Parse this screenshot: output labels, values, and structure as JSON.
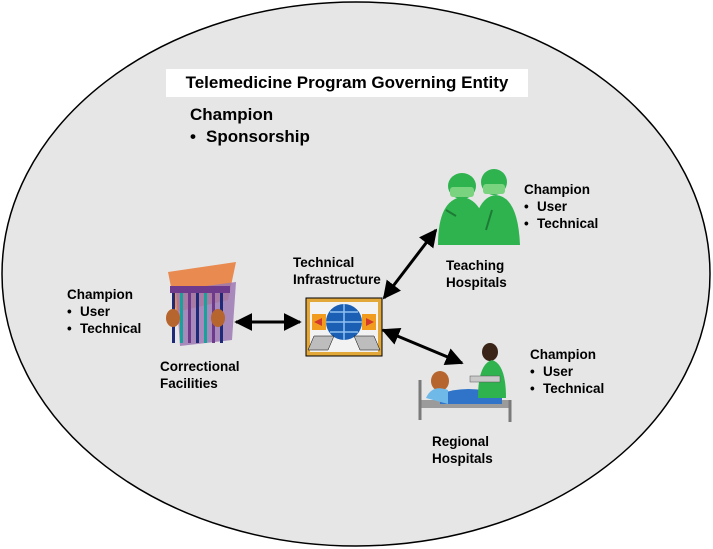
{
  "title": "Telemedicine Program Governing Entity",
  "governing": {
    "heading": "Champion",
    "items": [
      "Sponsorship"
    ]
  },
  "hub": {
    "label_line1": "Technical",
    "label_line2": "Infrastructure"
  },
  "correctional": {
    "champion": "Champion",
    "items": [
      "User",
      "Technical"
    ],
    "label_line1": "Correctional",
    "label_line2": "Facilities"
  },
  "teaching": {
    "champion": "Champion",
    "items": [
      "User",
      "Technical"
    ],
    "label_line1": "Teaching",
    "label_line2": "Hospitals"
  },
  "regional": {
    "champion": "Champion",
    "items": [
      "User",
      "Technical"
    ],
    "label_line1": "Regional",
    "label_line2": "Hospitals"
  },
  "colors": {
    "ellipse_fill": "#e6e6e6",
    "scrubs": "#2eb34f",
    "hub_blue": "#1a5fb4",
    "hub_orange": "#f29c1f"
  }
}
